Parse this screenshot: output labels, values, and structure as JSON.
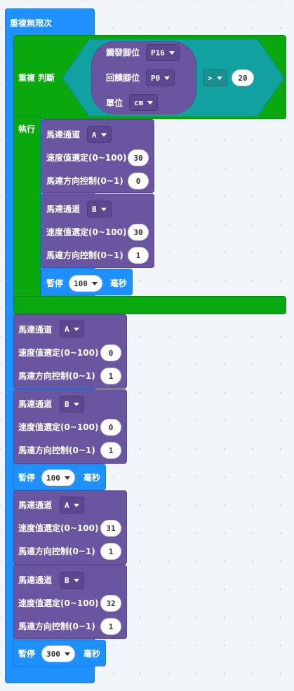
{
  "forever_label": "重複無限次",
  "repeat_label": "重複 判斷",
  "execute_label": "執行",
  "sensor": {
    "trig_label": "觸發腳位",
    "trig_value": "P16",
    "echo_label": "回饋腳位",
    "echo_value": "P0",
    "unit_label": "單位",
    "unit_value": "cm"
  },
  "compare": {
    "op": ">",
    "value": "20"
  },
  "labels": {
    "motor_channel": "馬達通道",
    "speed": "速度值選定(0~100)",
    "direction": "馬達方向控制(0~1)",
    "pause": "暫停",
    "ms": "毫秒"
  },
  "inner_motors": [
    {
      "channel": "A",
      "speed": "30",
      "dir": "0"
    },
    {
      "channel": "B",
      "speed": "30",
      "dir": "1"
    }
  ],
  "inner_pause": "100",
  "motors_1": [
    {
      "channel": "A",
      "speed": "0",
      "dir": "1"
    },
    {
      "channel": "B",
      "speed": "0",
      "dir": "1"
    }
  ],
  "pause_1": "100",
  "motors_2": [
    {
      "channel": "A",
      "speed": "31",
      "dir": "1"
    },
    {
      "channel": "B",
      "speed": "32",
      "dir": "1"
    }
  ],
  "pause_2": "300"
}
